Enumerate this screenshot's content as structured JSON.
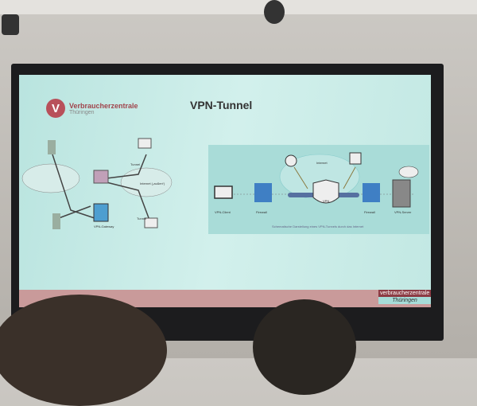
{
  "slide": {
    "title": "VPN-Tunnel",
    "logo": {
      "name": "Verbraucherzentrale",
      "region": "Thüringen"
    },
    "left_diagram": {
      "labels": [
        "Internet („außen“)",
        "VPN-Gateway",
        "Tunnel",
        "Tunnel"
      ]
    },
    "right_diagram": {
      "labels": {
        "client": "VPN-Client",
        "firewall1": "Firewall",
        "cloud": "Internet",
        "vpn": "VPN",
        "firewall2": "Firewall",
        "server": "VPN-Server"
      },
      "caption": "Schematische Darstellung eines VPN-Tunnels durch das Internet"
    },
    "footer_brand": {
      "line1": "verbraucherzentrale",
      "line2": "Thüringen"
    }
  },
  "colors": {
    "slide_bg": "#c8ece8",
    "brand_red": "#a0444c",
    "footer_band": "#c99a9a",
    "frame": "#1c1c1e"
  }
}
